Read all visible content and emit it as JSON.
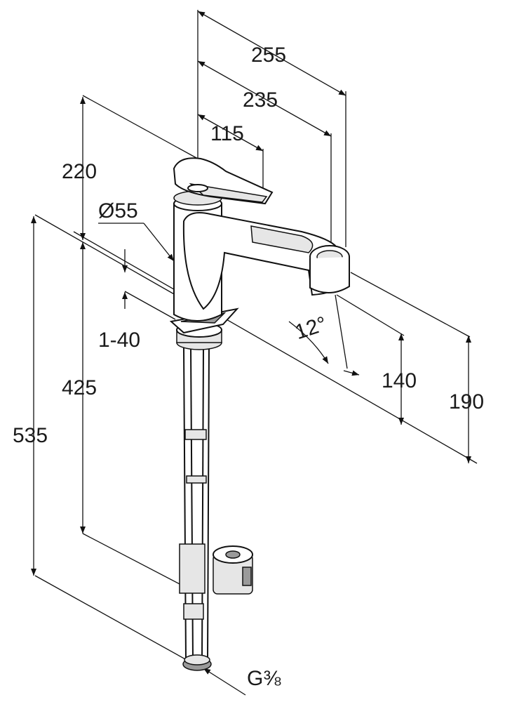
{
  "dimensions": {
    "overall_reach": "255",
    "spout_reach": "235",
    "lever_reach": "115",
    "top_height": "220",
    "body_diameter": "Ø55",
    "deck_thickness": "1-40",
    "height_to_deck": "425",
    "total_height": "535",
    "spout_angle": "12°",
    "spout_height": "140",
    "outlet_height": "190",
    "connection_thread": "G⅜"
  }
}
